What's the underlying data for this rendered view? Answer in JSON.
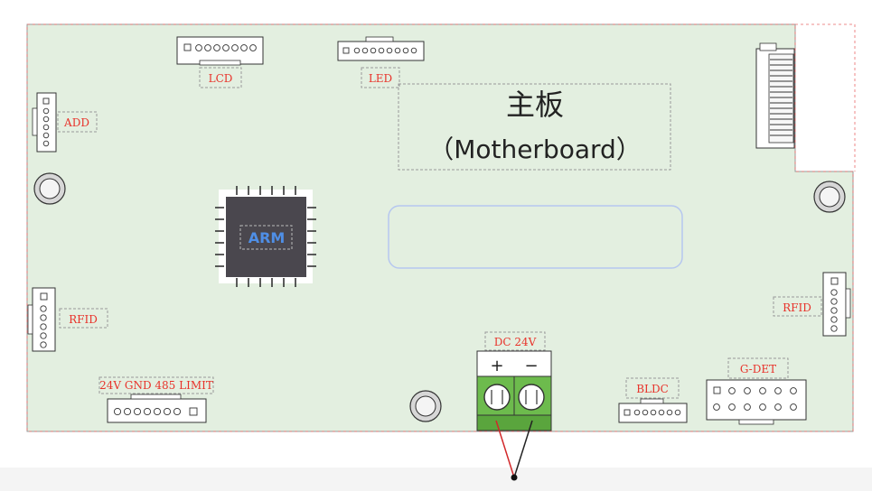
{
  "board": {
    "title_cn": "主板",
    "title_en": "（Motherboard）"
  },
  "chip": {
    "label": "ARM"
  },
  "connectors": {
    "lcd": "LCD",
    "led": "LED",
    "add": "ADD",
    "rfid_left": "RFID",
    "rfid_right": "RFID",
    "power_limit": "24V GND 485 LIMIT",
    "dc": "DC 24V",
    "bldc": "BLDC",
    "gdet": "G-DET"
  },
  "terminal": {
    "plus": "+",
    "minus": "−"
  },
  "colors": {
    "board_fill": "#e3efe0",
    "label_red": "#e8322a",
    "chip_body": "#4a474e",
    "chip_text": "#4f8fe6",
    "terminal_green": "#6dbb4d",
    "display_window": "#b6c7ef"
  }
}
